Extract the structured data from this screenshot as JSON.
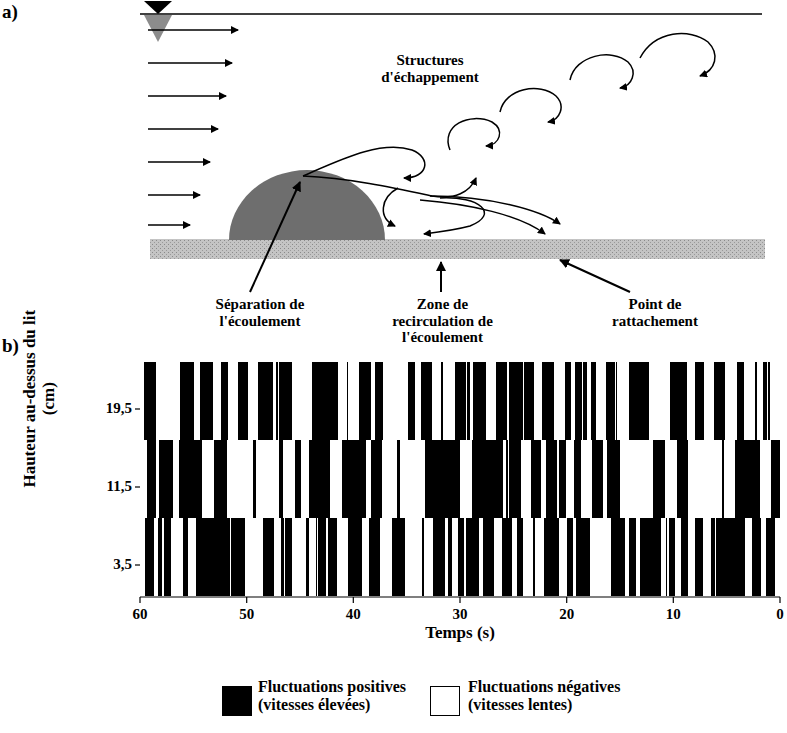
{
  "diagram": {
    "labels": [
      "a)",
      "Structures d'échappement",
      "Séparation de l'écoulement",
      "Zone de recirculation de l'écoulement",
      "Point de rattachement",
      "b)",
      "Hauteur au-dessus du lit (cm)",
      "19,5",
      "11,5",
      "3,5",
      "60",
      "50",
      "40",
      "30",
      "20",
      "10",
      "0",
      "Temps (s)"
    ],
    "legend": [
      {
        "text": "Fluctuations positives (vitesses élevées)",
        "color": "#000000"
      },
      {
        "text": "Fluctuations négatives (vitesses lentes)",
        "color": "#ffffff"
      }
    ]
  }
}
